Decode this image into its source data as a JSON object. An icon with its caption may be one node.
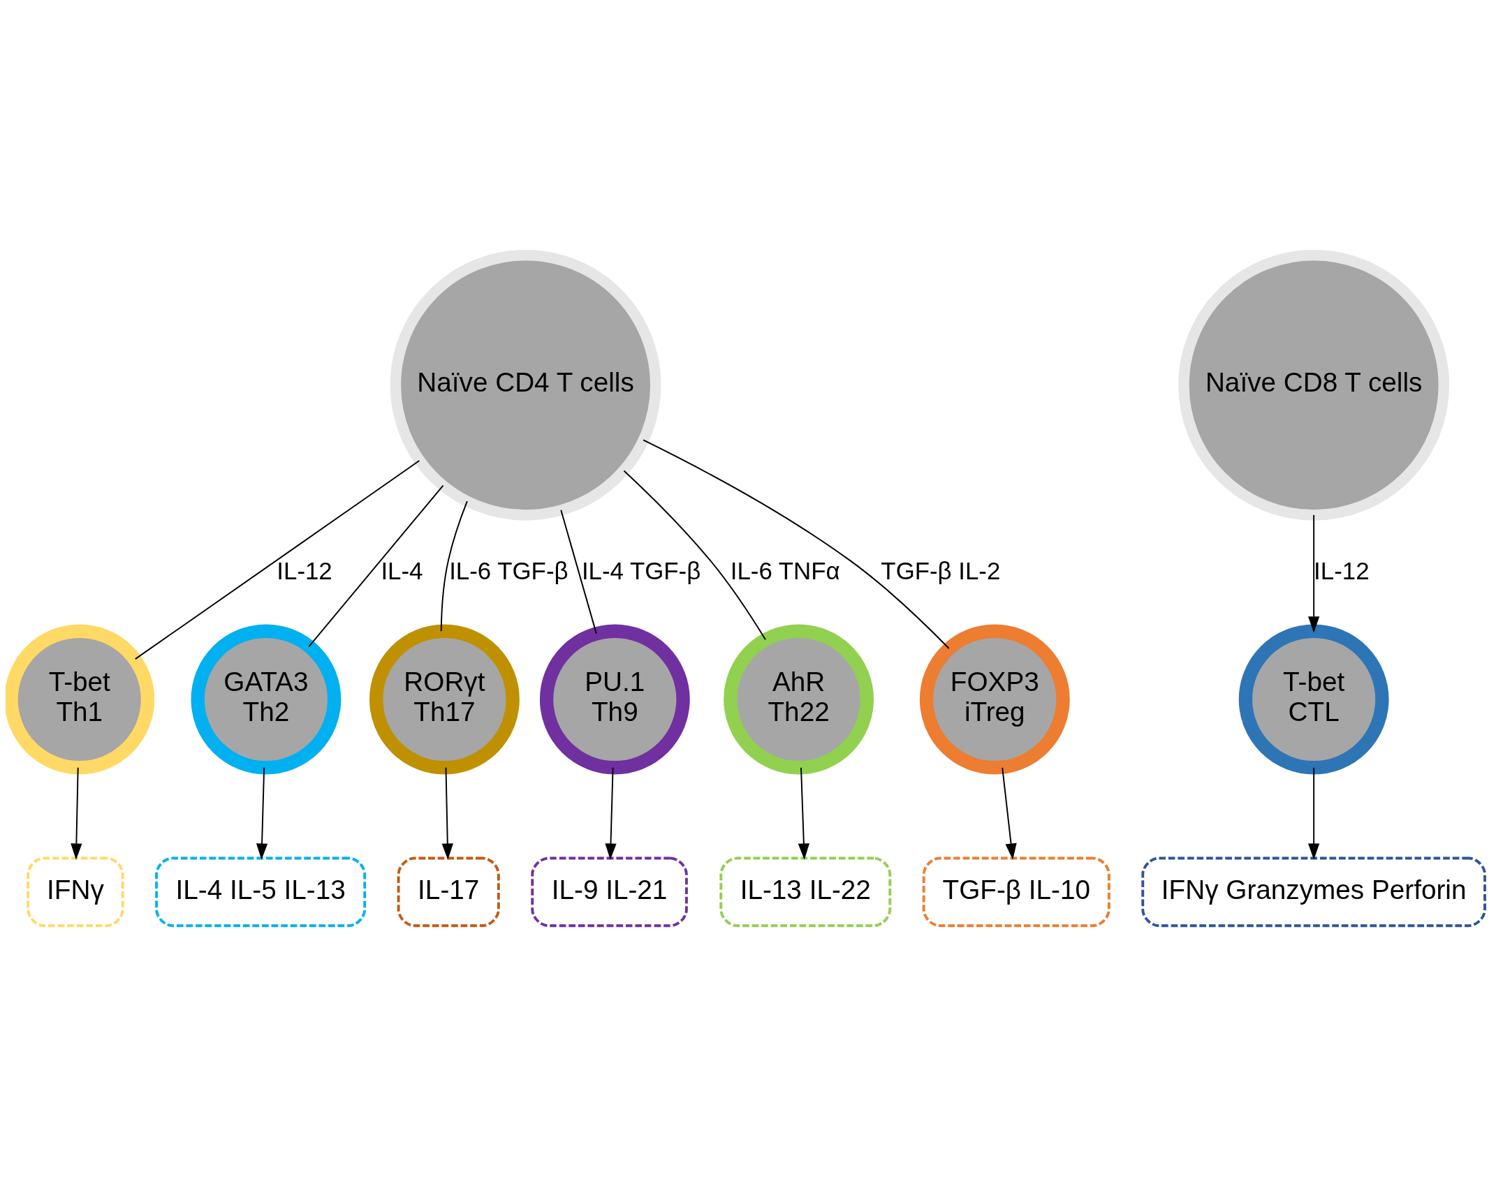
{
  "diagram": {
    "nodes": [
      {
        "text": [
          "Naïve CD4 T cells"
        ]
      },
      {
        "text": [
          "Naïve CD8 T cells"
        ]
      },
      {
        "text": [
          "T-bet",
          "Th1"
        ]
      },
      {
        "text": [
          "GATA3",
          "Th2"
        ]
      },
      {
        "text": [
          "RORγt",
          "Th17"
        ]
      },
      {
        "text": [
          "PU.1",
          "Th9"
        ]
      },
      {
        "text": [
          "AhR",
          "Th22"
        ]
      },
      {
        "text": [
          "FOXP3",
          "iTreg"
        ]
      },
      {
        "text": [
          "T-bet",
          "CTL"
        ]
      },
      {
        "text": [
          "IFNγ"
        ]
      },
      {
        "text": [
          "IL-4 IL-5 IL-13"
        ]
      },
      {
        "text": [
          "IL-17"
        ]
      },
      {
        "text": [
          "IL-9 IL-21"
        ]
      },
      {
        "text": [
          "IL-13 IL-22"
        ]
      },
      {
        "text": [
          "TGF-β IL-10"
        ]
      },
      {
        "text": [
          "IFNγ Granzymes Perforin"
        ]
      }
    ],
    "edges": [
      {
        "from": 0,
        "to": 2,
        "arrow": "none",
        "label": "IL-12"
      },
      {
        "from": 0,
        "to": 3,
        "arrow": "none",
        "label": "IL-4"
      },
      {
        "from": 0,
        "to": 4,
        "arrow": "none",
        "label": "IL-6 TGF-β"
      },
      {
        "from": 0,
        "to": 5,
        "arrow": "none",
        "label": "IL-4 TGF-β"
      },
      {
        "from": 0,
        "to": 6,
        "arrow": "none",
        "label": "IL-6 TNFα"
      },
      {
        "from": 0,
        "to": 7,
        "arrow": "none",
        "label": "TGF-β IL-2"
      },
      {
        "from": 1,
        "to": 8,
        "arrow": "to",
        "label": "IL-12"
      },
      {
        "from": 2,
        "to": 9,
        "arrow": "to"
      },
      {
        "from": 3,
        "to": 10,
        "arrow": "to"
      },
      {
        "from": 4,
        "to": 11,
        "arrow": "to"
      },
      {
        "from": 5,
        "to": 12,
        "arrow": "to"
      },
      {
        "from": 6,
        "to": 13,
        "arrow": "to"
      },
      {
        "from": 7,
        "to": 14,
        "arrow": "to"
      },
      {
        "from": 8,
        "to": 15,
        "arrow": "to"
      }
    ]
  }
}
